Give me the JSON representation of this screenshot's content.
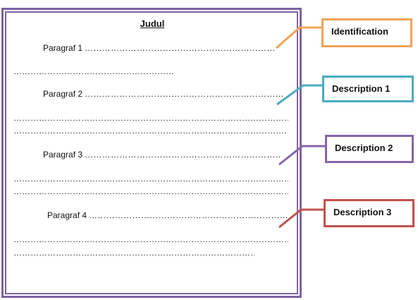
{
  "document": {
    "title": "Judul",
    "paragraphs": [
      {
        "label": "Paragraf 1",
        "lines": [
          "……………………………………………………………….",
          "………………………………………………………………."
        ]
      },
      {
        "label": "Paragraf 2",
        "lines": [
          "……………………………………………………………….",
          "……………………………………………………………………………………….",
          "……………………………………………………………………………………."
        ]
      },
      {
        "label": "Paragraf 3",
        "lines": [
          "……………………………………………………………….",
          "……………………………………………………………………………………….",
          "………………………………………………………………………………………."
        ]
      },
      {
        "label": "Paragraf 4",
        "lines": [
          "……………………………………………………………….",
          "……………………………………………………………………………………….",
          "…………………………………………………………………………………."
        ]
      }
    ]
  },
  "callouts": [
    {
      "label": "Identification",
      "color": "#f0a35a"
    },
    {
      "label": "Description 1",
      "color": "#4aabc3"
    },
    {
      "label": "Description 2",
      "color": "#8566a8"
    },
    {
      "label": "Description 3",
      "color": "#c0504d"
    }
  ]
}
